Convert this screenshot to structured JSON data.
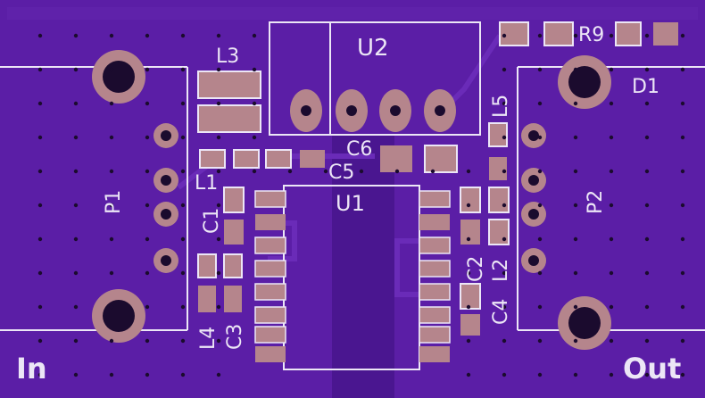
{
  "board": {
    "colors": {
      "soldermask": "#5b1ea6",
      "copper_pour": "#4a1690",
      "trace": "#6a2bb8",
      "pad": "#b5858c",
      "pad_dark": "#7a4a4e",
      "silkscreen": "#ece6f6",
      "via_hole": "#1b0b2e"
    }
  },
  "labels": {
    "l3": "L3",
    "u2": "U2",
    "r9": "R9",
    "d1": "D1",
    "l5": "L5",
    "c6": "C6",
    "c5": "C5",
    "l1": "L1",
    "u1": "U1",
    "p1": "P1",
    "p2": "P2",
    "c1": "C1",
    "c2": "C2",
    "l2": "L2",
    "c4": "C4",
    "l4": "L4",
    "c3": "C3",
    "in": "In",
    "out": "Out"
  }
}
